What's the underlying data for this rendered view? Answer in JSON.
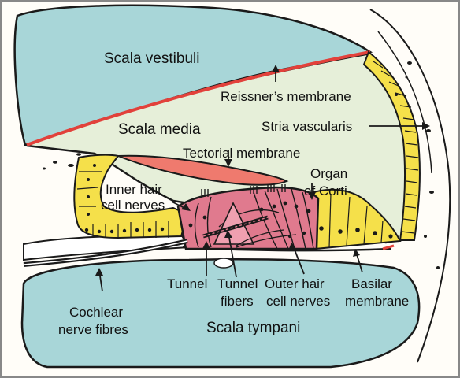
{
  "diagram": {
    "labels": {
      "scala_vestibuli": "Scala vestibuli",
      "reissners_membrane": "Reissner’s membrane",
      "scala_media": "Scala media",
      "stria_vascularis": "Stria vascularis",
      "tectorial_membrane": "Tectorial membrane",
      "organ_of_corti_1": "Organ",
      "organ_of_corti_2": "of Corti",
      "inner_hair_1": "Inner hair",
      "inner_hair_2": "cell nerves",
      "tunnel": "Tunnel",
      "tunnel_fibers_1": "Tunnel",
      "tunnel_fibers_2": "fibers",
      "outer_hair_1": "Outer hair",
      "outer_hair_2": "cell nerves",
      "basilar_1": "Basilar",
      "basilar_2": "membrane",
      "cochlear_1": "Cochlear",
      "cochlear_2": "nerve fibres",
      "scala_tympani": "Scala tympani"
    },
    "colors": {
      "fluid_blue": "#a8d6d8",
      "scala_media_green": "#e6efd9",
      "membrane_red": "#e2413b",
      "tectorial_pink": "#ef7a6e",
      "corti_pink": "#e07a8e",
      "cell_yellow": "#f5e04a",
      "outline": "#1a1a1a"
    }
  }
}
